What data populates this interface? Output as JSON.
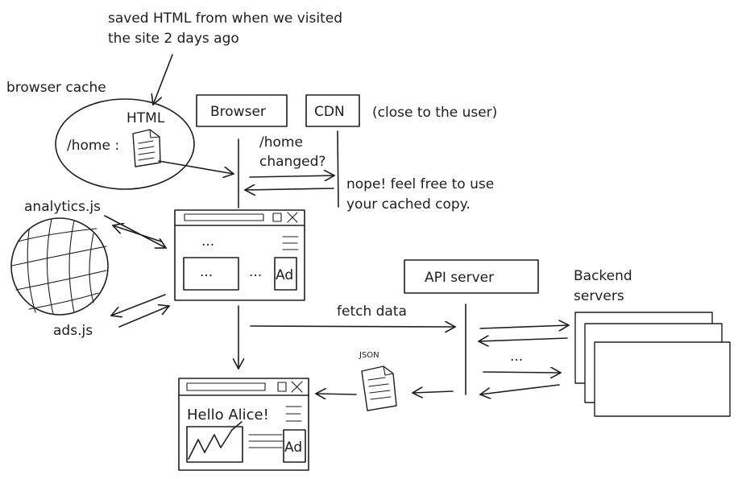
{
  "annotations": {
    "saved_html_line1": "saved HTML from when we visited",
    "saved_html_line2": "the site 2 days ago",
    "browser_cache": "browser cache",
    "close_to_user": "(close to the user)",
    "home_changed_line1": "/home",
    "home_changed_line2": "changed?",
    "nope_line1": "nope! feel free to use",
    "nope_line2": "your cached copy.",
    "fetch_data": "fetch data",
    "backend_line1": "Backend",
    "backend_line2": "servers",
    "ellipsis": "..."
  },
  "cache": {
    "html_label": "HTML",
    "home_label": "/home :"
  },
  "boxes": {
    "browser": "Browser",
    "cdn": "CDN",
    "api_server": "API server"
  },
  "scripts": {
    "analytics": "analytics.js",
    "ads": "ads.js"
  },
  "windows": {
    "top": {
      "dots_top": "...",
      "dots_panel": "...",
      "dots_side": "...",
      "ad": "Ad"
    },
    "bottom": {
      "greeting": "Hello Alice!",
      "ad": "Ad"
    }
  },
  "json_label": "JSON"
}
